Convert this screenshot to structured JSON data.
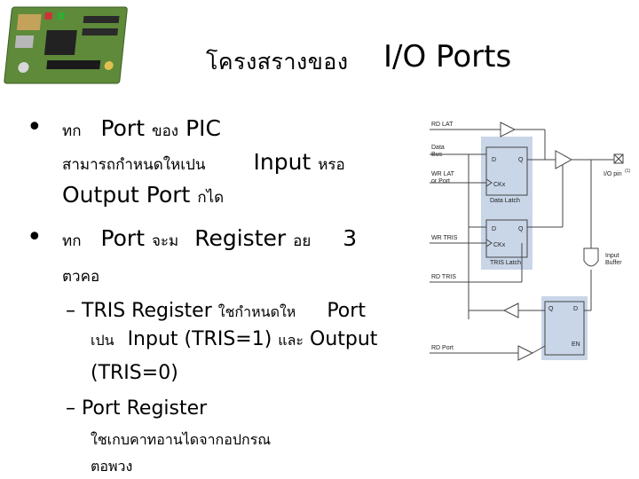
{
  "slide": {
    "title_thai": "โครงสรางของ",
    "title_en": "I/O Ports",
    "bullets": [
      {
        "line1_thai": "ทก",
        "line1_en": "Port",
        "line1_thai2": "ของ",
        "line1_en2": "PIC",
        "line2_thai": "สามารถกำหนดใหเปน",
        "line2_en": "Input",
        "line2_thai2": "หรอ",
        "line3_en": "Output Port",
        "line3_thai": "กได"
      },
      {
        "line1_thai": "ทก",
        "line1_en": "Port",
        "line1_thai2": "จะม",
        "line1_en2": "Register",
        "line1_thai3": "อย",
        "line1_num": "3",
        "line2_thai": "ตวคอ"
      }
    ],
    "sub_bullets": [
      {
        "dash": "–",
        "line1_en": "TRIS Register",
        "line1_thai": "ใชกำหนดให",
        "line1_en2": "Port",
        "line2_thai": "เปน",
        "line2_en": "Input (TRIS=1)",
        "line2_thai2": "และ",
        "line2_en2": "Output",
        "line3_en": "(TRIS=0)"
      },
      {
        "dash": "–",
        "line1_en": "Port Register",
        "line2_thai": "ใชเกบคาทอานไดจากอปกรณ",
        "line3_thai": "ตอพวง"
      }
    ]
  },
  "diagram": {
    "labels": {
      "rd_lat": "RD LAT",
      "data_bus_1": "Data",
      "data_bus_2": "Bus",
      "wr_lat_1": "WR LAT",
      "wr_lat_2": "or Port",
      "d1": "D",
      "q1": "Q",
      "ck1": "CKx",
      "data_latch": "Data Latch",
      "wr_tris": "WR TRIS",
      "d2": "D",
      "q2": "Q",
      "ck2": "CKx",
      "tris_latch": "TRIS Latch",
      "io_pin": "I/O pin",
      "io_pin_note": "(1)",
      "input_buffer_1": "Input",
      "input_buffer_2": "Buffer",
      "rd_tris": "RD TRIS",
      "q3": "Q",
      "d3": "D",
      "en": "EN",
      "rd_port": "RD Port"
    },
    "colors": {
      "latch_fill": "#c9d6e8",
      "wire": "#444444"
    }
  },
  "board_image": {
    "pcb_color": "#5e8a3a",
    "connector_color": "#c4a25a"
  }
}
